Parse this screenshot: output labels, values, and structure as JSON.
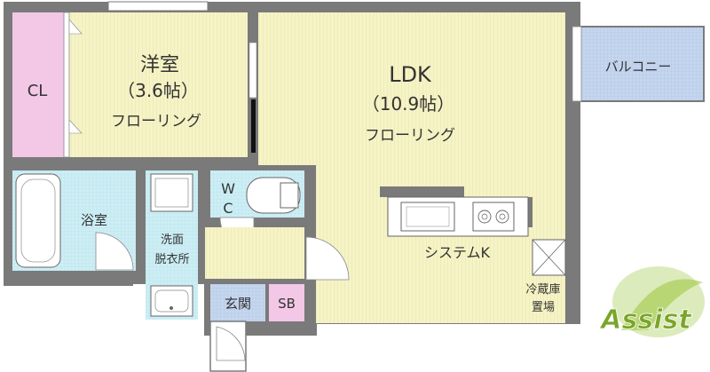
{
  "rooms": {
    "western": {
      "name": "洋室",
      "size": "（3.6帖）",
      "floor": "フローリング"
    },
    "ldk": {
      "name": "LDK",
      "size": "（10.9帖）",
      "floor": "フローリング"
    },
    "closet": "CL",
    "balcony": "バルコニー",
    "bath": "浴室",
    "washroom_line1": "洗面",
    "washroom_line2": "脱衣所",
    "wc_line1": "W",
    "wc_line2": "C",
    "entrance": "玄関",
    "shoe_box": "SB",
    "kitchen": "システムK",
    "fridge_line1": "冷蔵庫",
    "fridge_line2": "置場"
  },
  "logo": {
    "text": "Assist"
  },
  "colors": {
    "floor": "#f6f3c6",
    "wet_area": "#cdeef5",
    "closet": "#f2c8e6",
    "shoe_box": "#f2c8e6",
    "entrance": "#c5d6ef",
    "balcony": "#c5d6ef",
    "wall": "#7a7a7a",
    "logo_green": "#9cc53d"
  }
}
